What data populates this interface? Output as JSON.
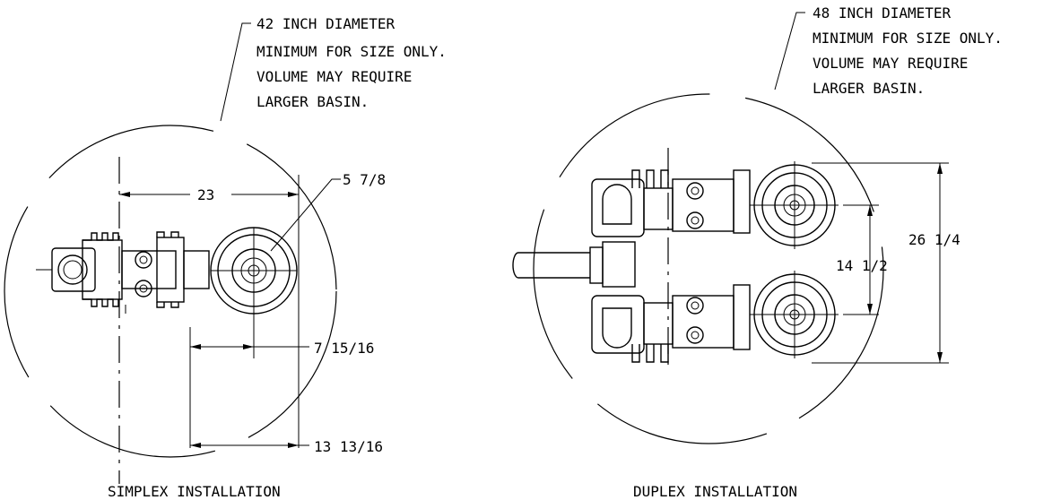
{
  "simplex": {
    "note_lines": [
      "42 INCH DIAMETER",
      "MINIMUM FOR SIZE ONLY.",
      "VOLUME MAY REQUIRE",
      "LARGER BASIN."
    ],
    "dims": {
      "width": "23",
      "pump": "5 7/8",
      "offset1": "7 15/16",
      "offset2": "13 13/16"
    },
    "caption": "SIMPLEX INSTALLATION"
  },
  "duplex": {
    "note_lines": [
      "48 INCH DIAMETER",
      "MINIMUM FOR SIZE ONLY.",
      "VOLUME MAY REQUIRE",
      "LARGER BASIN."
    ],
    "dims": {
      "outer": "26 1/4",
      "inner": "14 1/2"
    },
    "caption": "DUPLEX INSTALLATION"
  }
}
